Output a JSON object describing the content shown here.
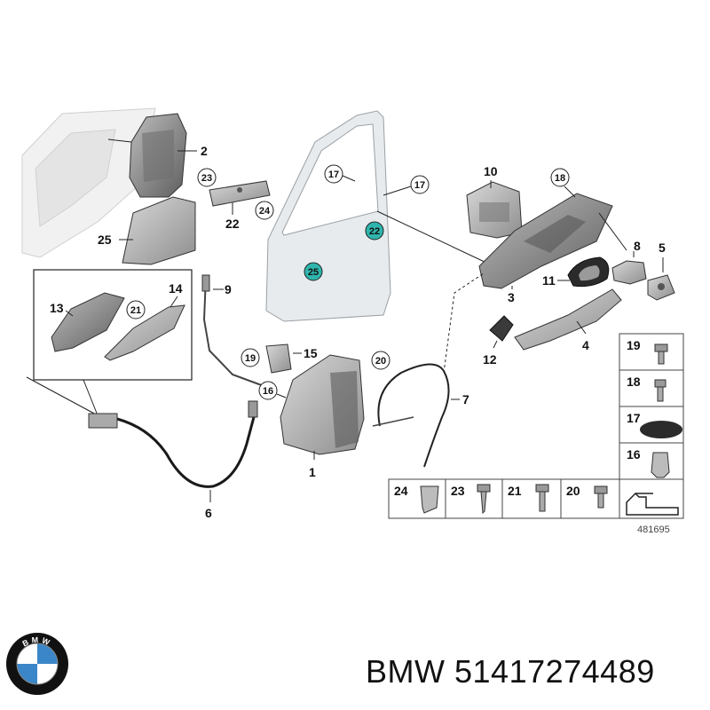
{
  "footer": {
    "brand": "BMW",
    "part_number": "51417274489"
  },
  "logo": {
    "text": "BMW",
    "colors": {
      "blue": "#3a86c8",
      "white": "#ffffff",
      "ring": "#111111"
    }
  },
  "diagram": {
    "id": "481695",
    "callouts": {
      "c1": "1",
      "c2": "2",
      "c3": "3",
      "c4": "4",
      "c5": "5",
      "c6": "6",
      "c7": "7",
      "c8": "8",
      "c9": "9",
      "c10": "10",
      "c11": "11",
      "c12": "12",
      "c13": "13",
      "c14": "14",
      "c15": "15",
      "c16": "16",
      "c17a": "17",
      "c17b": "17",
      "c18": "18",
      "c19": "19",
      "c20": "20",
      "c21": "21",
      "c22a": "22",
      "c22b": "22",
      "c23": "23",
      "c24": "24",
      "c25a": "25",
      "c25b": "25"
    },
    "legend_right": [
      "19",
      "18",
      "17",
      "16"
    ],
    "legend_bottom": [
      "24",
      "23",
      "21",
      "20"
    ],
    "colors": {
      "teal": "#2fb5ad",
      "part_fill": "#b9b9b9",
      "part_dark": "#8c8c8c",
      "panel": "#e6e9ec"
    }
  }
}
